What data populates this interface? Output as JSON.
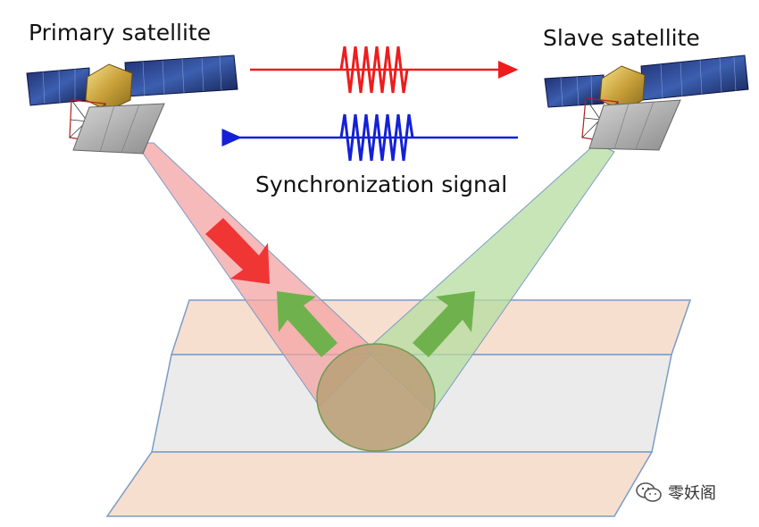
{
  "labels": {
    "primary": "Primary satellite",
    "slave": "Slave satellite",
    "sync": "Synchronization signal"
  },
  "watermark": {
    "text": "零妖阁",
    "icon": "wechat-icon"
  },
  "colors": {
    "band_peach": "#f7dfcf",
    "band_gray": "#ebebeb",
    "band_border": "#7a9cc6",
    "beam_red": "#f4a3a3",
    "beam_green": "#b6dca0",
    "footprint": "#bca17a",
    "arrow_red": "#f03535",
    "arrow_green": "#6fb24d",
    "signal_red": "#ee1c1c",
    "signal_blue": "#1420d8"
  }
}
